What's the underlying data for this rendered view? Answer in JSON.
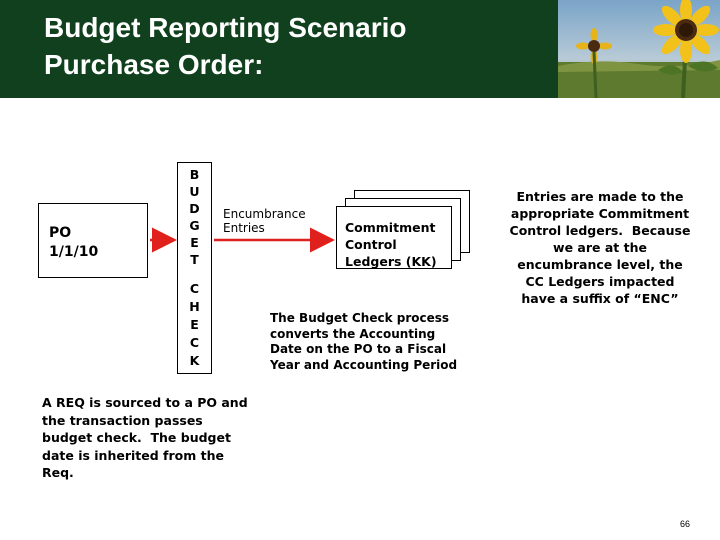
{
  "slide": {
    "title_line1": "Budget Reporting Scenario",
    "title_line2": "Purchase Order:",
    "page_number": "66"
  },
  "po_box": {
    "line1": "PO",
    "line2": "1/1/10"
  },
  "budget_check_box": {
    "letters": [
      "B",
      "U",
      "D",
      "G",
      "E",
      "T",
      "C",
      "H",
      "E",
      "C",
      "K"
    ]
  },
  "encumbrance_label": "Encumbrance\nEntries",
  "ledger_box": {
    "text": "Commitment\nControl\nLedgers (KK)"
  },
  "notes": {
    "right": "Entries are made to the\nappropriate Commitment\nControl ledgers.  Because\nwe are at the\nencumbrance level, the\nCC Ledgers impacted\nhave a suffix of “ENC”",
    "center": "The Budget Check process\nconverts the Accounting\nDate on the PO to a Fiscal\nYear and Accounting Period",
    "left": "A REQ is sourced to a PO and\nthe transaction passes\nbudget check.  The budget\ndate is inherited from the\nReq."
  },
  "colors": {
    "header_bg": "#10401d",
    "arrow": "#e0201c"
  },
  "icons": {
    "header_image": "sunflower-photo"
  }
}
